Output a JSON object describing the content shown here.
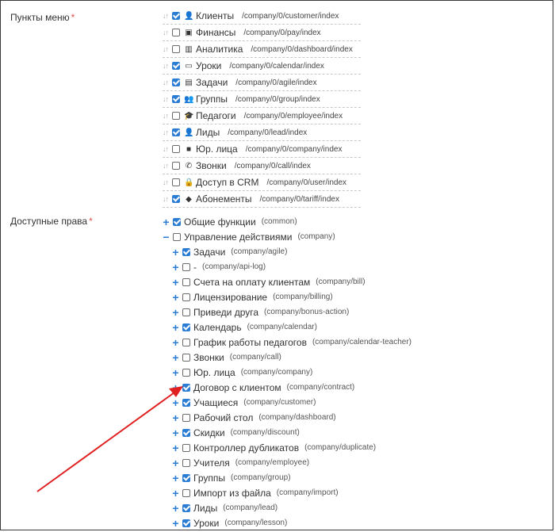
{
  "menu_section": {
    "label": "Пункты меню",
    "required_mark": "*",
    "items": [
      {
        "icon": "user-icon",
        "glyph": "👤",
        "label": "Клиенты",
        "path": "/company/0/customer/index",
        "checked": true
      },
      {
        "icon": "money-icon",
        "glyph": "▣",
        "label": "Финансы",
        "path": "/company/0/pay/index",
        "checked": false
      },
      {
        "icon": "map-icon",
        "glyph": "▥",
        "label": "Аналитика",
        "path": "/company/0/dashboard/index",
        "checked": false
      },
      {
        "icon": "calendar-icon",
        "glyph": "▭",
        "label": "Уроки",
        "path": "/company/0/calendar/index",
        "checked": true
      },
      {
        "icon": "clipboard-icon",
        "glyph": "▤",
        "label": "Задачи",
        "path": "/company/0/agile/index",
        "checked": true
      },
      {
        "icon": "users-icon",
        "glyph": "👥",
        "label": "Группы",
        "path": "/company/0/group/index",
        "checked": true
      },
      {
        "icon": "graduation-cap-icon",
        "glyph": "🎓",
        "label": "Педагоги",
        "path": "/company/0/employee/index",
        "checked": false
      },
      {
        "icon": "user-plus-icon",
        "glyph": "👤",
        "label": "Лиды",
        "path": "/company/0/lead/index",
        "checked": true
      },
      {
        "icon": "briefcase-icon",
        "glyph": "■",
        "label": "Юр. лица",
        "path": "/company/0/company/index",
        "checked": false
      },
      {
        "icon": "phone-icon",
        "glyph": "✆",
        "label": "Звонки",
        "path": "/company/0/call/index",
        "checked": false
      },
      {
        "icon": "lock-icon",
        "glyph": "🔒",
        "label": "Доступ в CRM",
        "path": "/company/0/user/index",
        "checked": false
      },
      {
        "icon": "tag-icon",
        "glyph": "◆",
        "label": "Абонементы",
        "path": "/company/0/tariff/index",
        "checked": true
      }
    ]
  },
  "rights_section": {
    "label": "Доступные права",
    "required_mark": "*",
    "top": [
      {
        "toggle": "+",
        "label": "Общие функции",
        "path": "(common)",
        "checked": true
      },
      {
        "toggle": "−",
        "label": "Управление действиями",
        "path": "(company)",
        "checked": false
      }
    ],
    "children": [
      {
        "label": "Задачи",
        "path": "(company/agile)",
        "checked": true
      },
      {
        "label": "-",
        "path": "(company/api-log)",
        "checked": false
      },
      {
        "label": "Счета на оплату клиентам",
        "path": "(company/bill)",
        "checked": false
      },
      {
        "label": "Лицензирование",
        "path": "(company/billing)",
        "checked": false
      },
      {
        "label": "Приведи друга",
        "path": "(company/bonus-action)",
        "checked": false
      },
      {
        "label": "Календарь",
        "path": "(company/calendar)",
        "checked": true
      },
      {
        "label": "График работы педагогов",
        "path": "(company/calendar-teacher)",
        "checked": false
      },
      {
        "label": "Звонки",
        "path": "(company/call)",
        "checked": false
      },
      {
        "label": "Юр. лица",
        "path": "(company/company)",
        "checked": false
      },
      {
        "label": "Договор с клиентом",
        "path": "(company/contract)",
        "checked": true
      },
      {
        "label": "Учащиеся",
        "path": "(company/customer)",
        "checked": true
      },
      {
        "label": "Рабочий стол",
        "path": "(company/dashboard)",
        "checked": false
      },
      {
        "label": "Скидки",
        "path": "(company/discount)",
        "checked": true
      },
      {
        "label": "Контроллер дубликатов",
        "path": "(company/duplicate)",
        "checked": false
      },
      {
        "label": "Учителя",
        "path": "(company/employee)",
        "checked": false
      },
      {
        "label": "Группы",
        "path": "(company/group)",
        "checked": true
      },
      {
        "label": "Импорт из файла",
        "path": "(company/import)",
        "checked": false
      },
      {
        "label": "Лиды",
        "path": "(company/lead)",
        "checked": true
      },
      {
        "label": "Уроки",
        "path": "(company/lesson)",
        "checked": true
      }
    ],
    "child_toggle": "+"
  },
  "drag_glyph": "↓↑",
  "colors": {
    "accent": "#2b7cd3",
    "required": "#e05050",
    "arrow": "#e02020"
  }
}
